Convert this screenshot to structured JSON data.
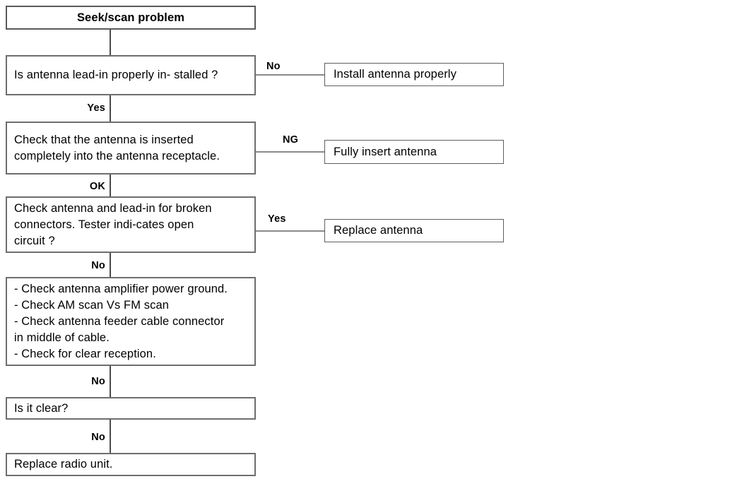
{
  "diagram": {
    "title": "Seek/scan problem",
    "nodes": [
      {
        "id": "start",
        "text": "Seek/scan problem"
      },
      {
        "id": "q1",
        "text": "Is antenna lead-in properly in- stalled ?"
      },
      {
        "id": "q2",
        "text": "Check that the antenna is inserted\ncompletely into the antenna receptacle."
      },
      {
        "id": "q3",
        "text": "Check antenna and lead-in for broken\nconnectors. Tester indi-cates open\ncircuit ?"
      },
      {
        "id": "checks",
        "text": "- Check antenna amplifier power ground.\n- Check AM scan Vs FM scan\n- Check antenna feeder cable connector\n   in middle of cable.\n- Check for clear reception."
      },
      {
        "id": "q4",
        "text": "Is it clear?"
      },
      {
        "id": "end",
        "text": "Replace radio unit."
      }
    ],
    "actions": [
      {
        "id": "a1",
        "text": "Install antenna properly"
      },
      {
        "id": "a2",
        "text": "Fully insert antenna"
      },
      {
        "id": "a3",
        "text": "Replace antenna"
      }
    ],
    "edge_labels": {
      "q1_no": "No",
      "q1_yes": "Yes",
      "q2_ng": "NG",
      "q2_ok": "OK",
      "q3_yes": "Yes",
      "q3_no": "No",
      "checks_no": "No",
      "q4_no": "No"
    },
    "colors": {
      "box_border": "#6e6e6e",
      "connector": "#4a4a4a",
      "background": "#ffffff",
      "text": "#000000"
    }
  }
}
